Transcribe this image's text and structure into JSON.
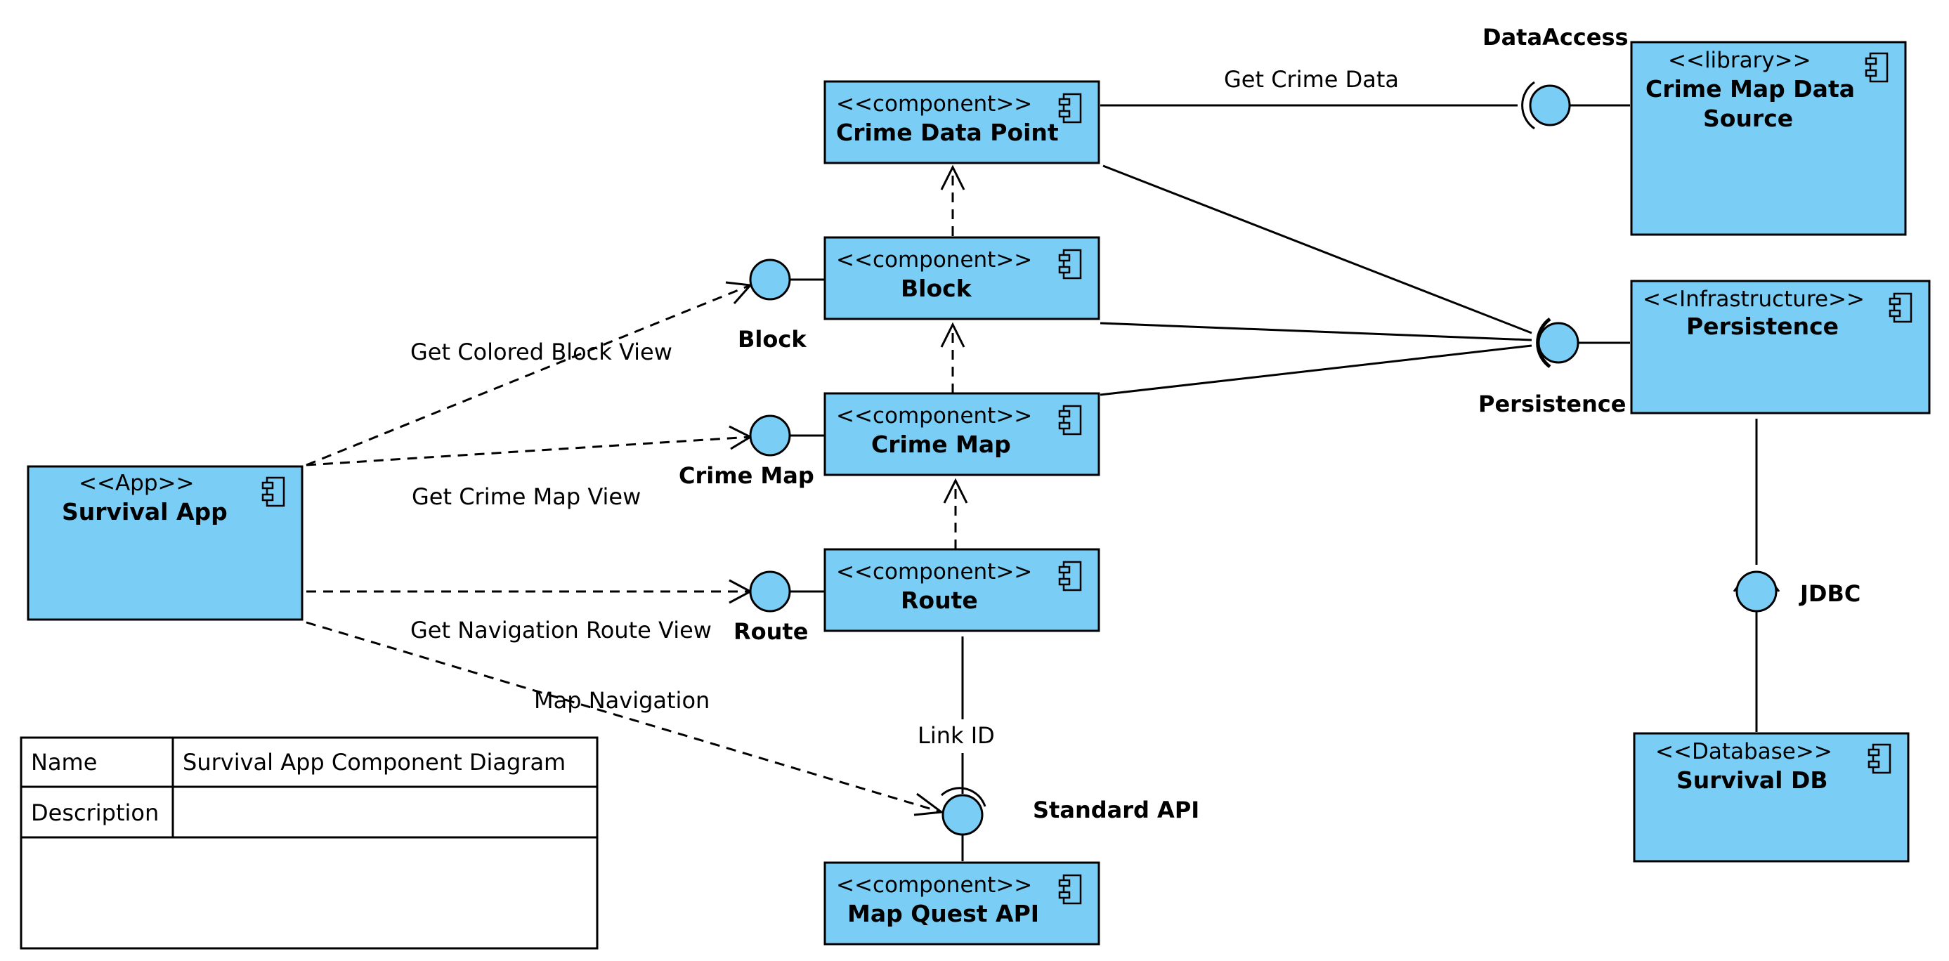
{
  "diagram": {
    "colors": {
      "component_fill": "#7acef5",
      "stroke": "#000000",
      "background": "#ffffff"
    },
    "components": [
      {
        "id": "crime-data-point",
        "stereotype": "<<component>>",
        "name": "Crime Data Point"
      },
      {
        "id": "block",
        "stereotype": "<<component>>",
        "name": "Block"
      },
      {
        "id": "crime-map",
        "stereotype": "<<component>>",
        "name": "Crime Map"
      },
      {
        "id": "route",
        "stereotype": "<<component>>",
        "name": "Route"
      },
      {
        "id": "map-quest-api",
        "stereotype": "<<component>>",
        "name": "Map Quest API"
      },
      {
        "id": "survival-app",
        "stereotype": "<<App>>",
        "name": "Survival App"
      },
      {
        "id": "crime-map-data-source",
        "stereotype": "<<library>>",
        "name_lines": [
          "Crime Map Data",
          "Source"
        ]
      },
      {
        "id": "persistence",
        "stereotype": "<<Infrastructure>>",
        "name": "Persistence"
      },
      {
        "id": "survival-db",
        "stereotype": "<<Database>>",
        "name": "Survival DB"
      }
    ],
    "interfaces": {
      "block": "Block",
      "crime_map": "Crime Map",
      "route": "Route",
      "data_access": "DataAccess",
      "persistence": "Persistence",
      "jdbc": "JDBC",
      "standard_api": "Standard API"
    },
    "edge_labels": {
      "get_crime_data": "Get Crime Data",
      "get_colored_block_view": "Get Colored Block View",
      "get_crime_map_view": "Get Crime Map View",
      "get_navigation_route_view": "Get Navigation Route View",
      "map_navigation": "Map Navigation",
      "link_id": "Link ID"
    },
    "metadata": {
      "name_label": "Name",
      "name_value": "Survival App Component Diagram",
      "description_label": "Description",
      "description_value": ""
    }
  }
}
